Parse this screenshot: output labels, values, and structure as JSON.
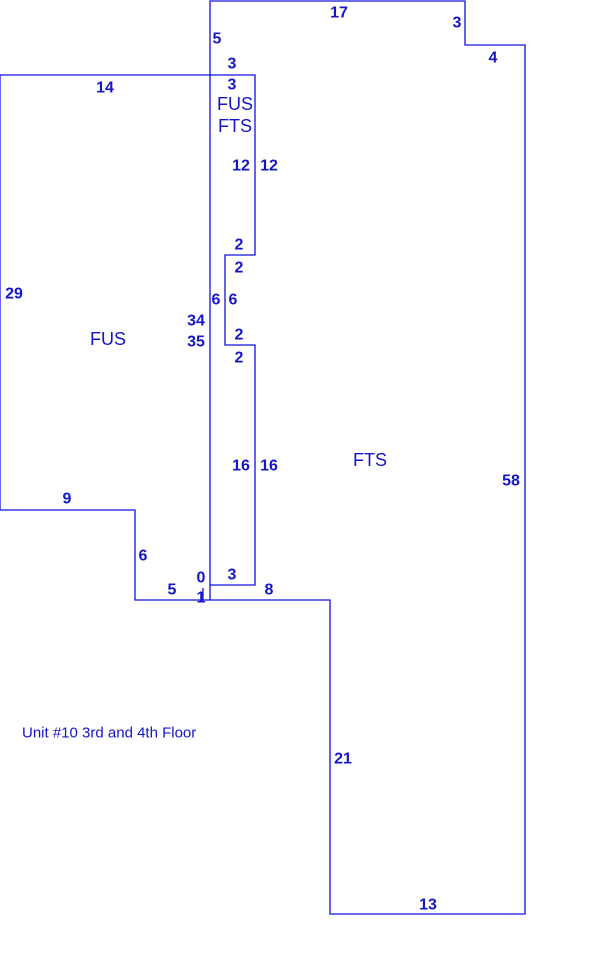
{
  "title": "Unit #10 3rd and 4th Floor",
  "colors": {
    "line": "#1010e0",
    "text": "#1515c8"
  },
  "areas": {
    "fus_main": "FUS",
    "fts_main": "FTS",
    "fus_strip": "FUS",
    "fts_strip": "FTS"
  },
  "dims": [
    "17",
    "3",
    "5",
    "4",
    "3",
    "14",
    "3",
    "12",
    "12",
    "2",
    "2",
    "29",
    "6",
    "6",
    "34",
    "35",
    "2",
    "2",
    "16",
    "16",
    "58",
    "9",
    "6",
    "3",
    "0",
    "5",
    "1",
    "8",
    "21",
    "13"
  ]
}
